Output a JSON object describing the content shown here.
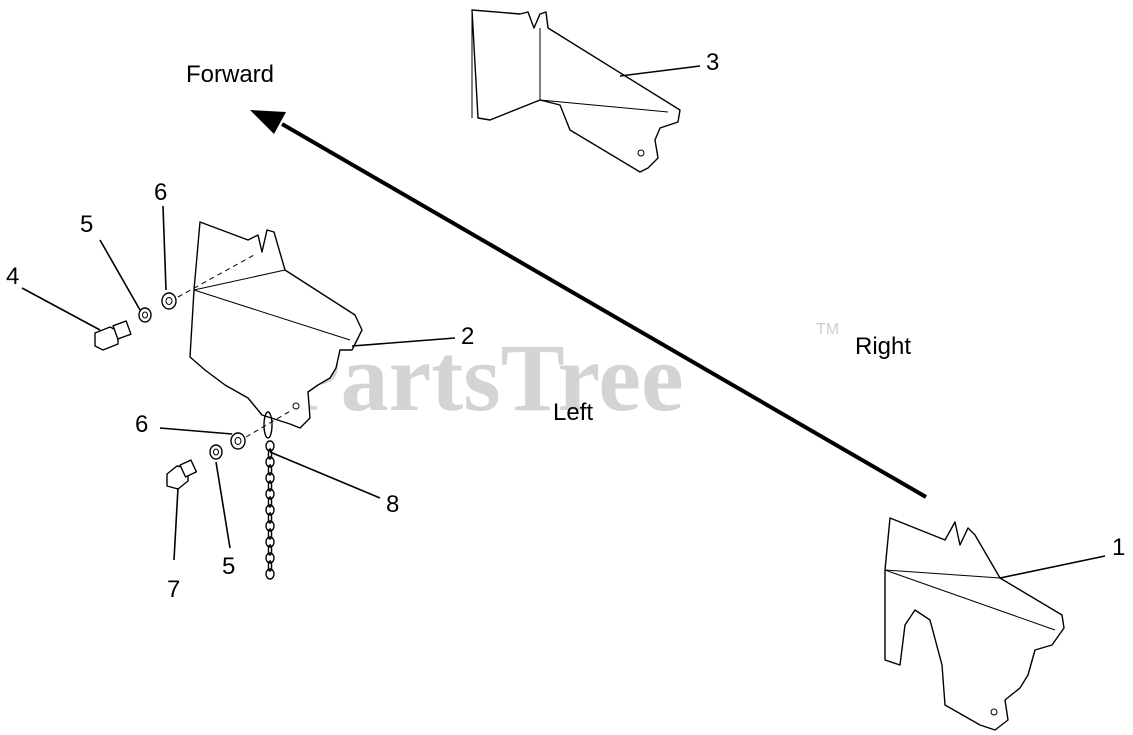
{
  "directions": {
    "forward": "Forward",
    "right": "Right",
    "left": "Left"
  },
  "watermark": {
    "text": "PartsTree",
    "trademark": "TM"
  },
  "callouts": {
    "c1": "1",
    "c2": "2",
    "c3": "3",
    "c4": "4",
    "c5_top": "5",
    "c5_bottom": "5",
    "c6_top": "6",
    "c6_bottom": "6",
    "c7": "7",
    "c8": "8"
  }
}
